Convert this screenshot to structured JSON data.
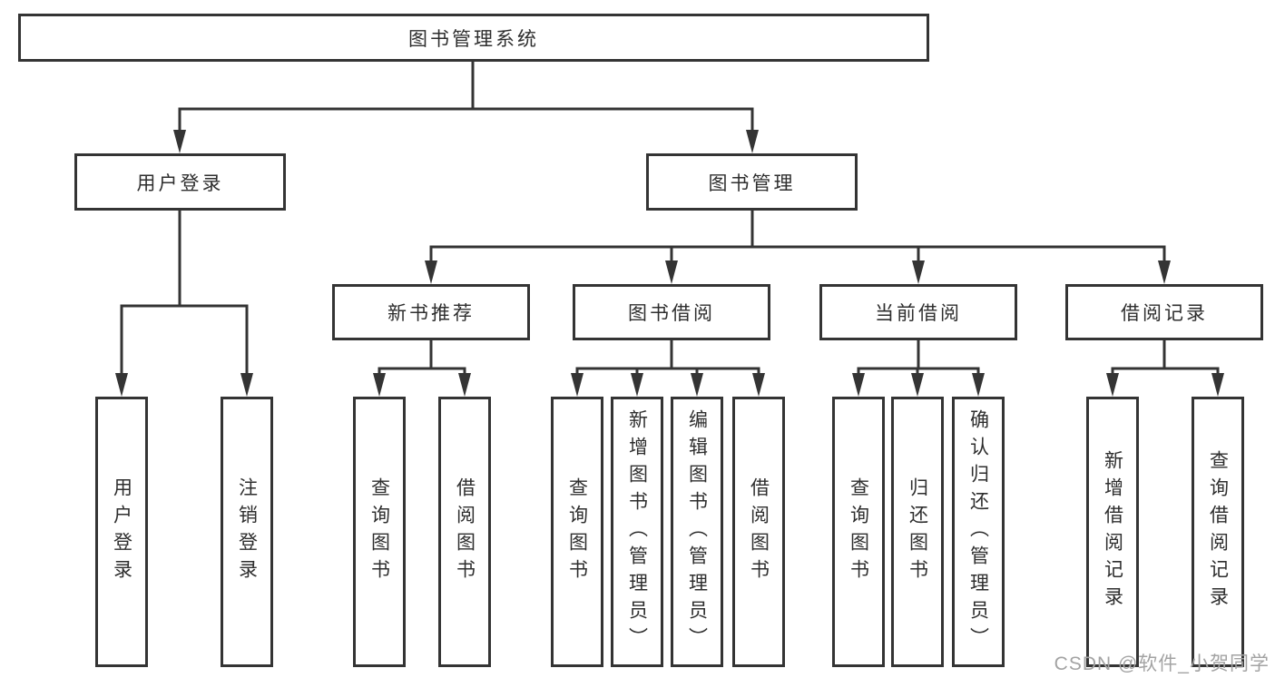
{
  "diagram": {
    "title": "图书管理系统",
    "branches": [
      {
        "label": "用户登录",
        "children": [
          {
            "label": "用户登录"
          },
          {
            "label": "注销登录"
          }
        ]
      },
      {
        "label": "图书管理",
        "children": [
          {
            "label": "新书推荐",
            "children": [
              {
                "label": "查询图书"
              },
              {
                "label": "借阅图书"
              }
            ]
          },
          {
            "label": "图书借阅",
            "children": [
              {
                "label": "查询图书"
              },
              {
                "label": "新增图书（管理员）"
              },
              {
                "label": "编辑图书（管理员）"
              },
              {
                "label": "借阅图书"
              }
            ]
          },
          {
            "label": "当前借阅",
            "children": [
              {
                "label": "查询图书"
              },
              {
                "label": "归还图书"
              },
              {
                "label": "确认归还（管理员）"
              }
            ]
          },
          {
            "label": "借阅记录",
            "children": [
              {
                "label": "新增借阅记录"
              },
              {
                "label": "查询借阅记录"
              }
            ]
          }
        ]
      }
    ]
  },
  "colors": {
    "line": "#343434",
    "text": "#2e2e2e",
    "box_background": "#ffffff",
    "watermark": "#a3a3a3"
  },
  "watermark": {
    "text": "CSDN @软件_小贺同学"
  }
}
